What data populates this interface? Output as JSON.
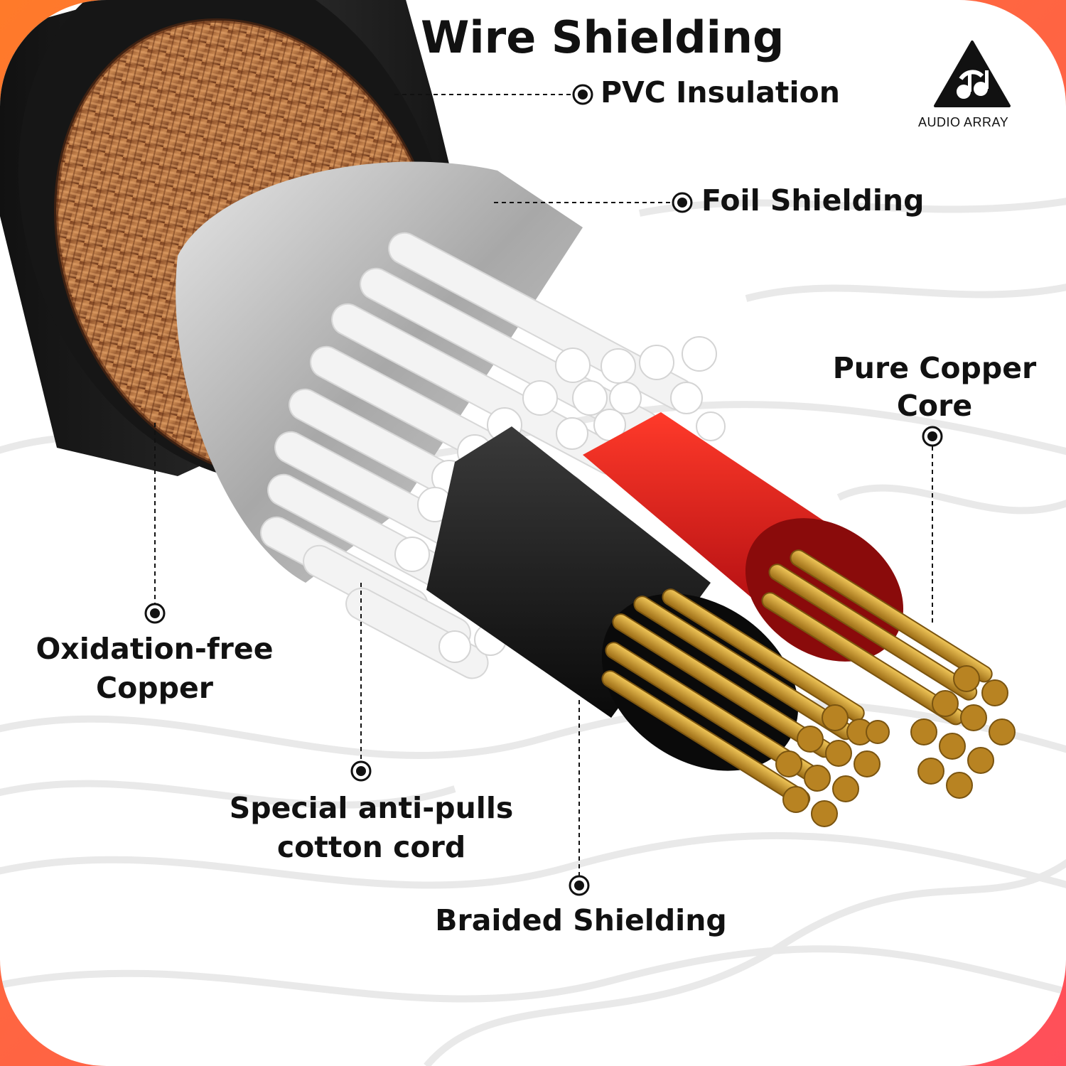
{
  "title": "Wire Shielding",
  "labels": {
    "pvc_insulation": "PVC Insulation",
    "foil_shielding": "Foil Shielding",
    "pure_copper_core": "Pure Copper Core",
    "oxidation_free_copper": "Oxidation-free Copper",
    "anti_pull_cord": "Special anti-pulls cotton cord",
    "braided_shielding": "Braided Shielding"
  },
  "brand": {
    "name": "AUDIO ARRAY",
    "logo_icon": "triangle-music-note-icon"
  },
  "colors": {
    "frame_gradient_top": "#ff6a2a",
    "frame_gradient_bottom": "#ff4f5a",
    "outer_jacket": "#1c1c1c",
    "braid_copper": "#a9663a",
    "foil": "#b9b9b9",
    "cotton_cord": "#f1f1f1",
    "red_insulation": "#d81b1b",
    "black_insulation": "#151515",
    "copper_strands": "#c9962e",
    "text": "#111111"
  }
}
